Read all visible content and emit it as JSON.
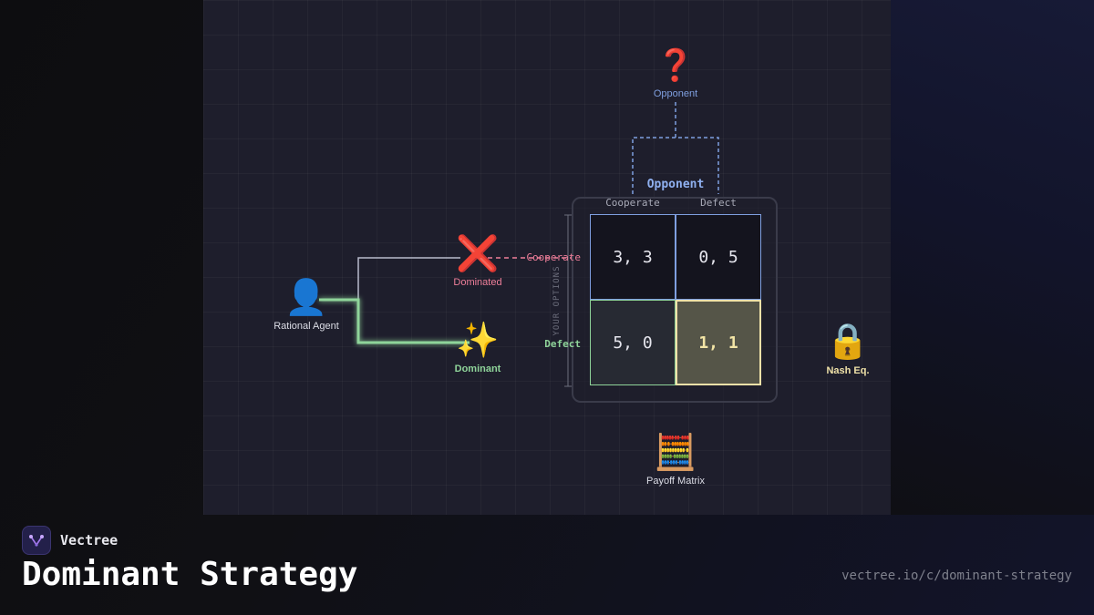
{
  "brand": {
    "name": "Vectree",
    "logo_icon": "vector-logo-icon"
  },
  "page": {
    "title": "Dominant Strategy",
    "url": "vectree.io/c/dominant-strategy"
  },
  "diagram": {
    "nodes": {
      "agent": {
        "icon": "person-silhouette-icon",
        "glyph": "👤",
        "label": "Rational Agent"
      },
      "dominated": {
        "icon": "cross-mark-icon",
        "glyph": "❌",
        "label": "Dominated"
      },
      "dominant": {
        "icon": "sparkles-icon",
        "glyph": "✨",
        "label": "Dominant"
      },
      "opponent": {
        "icon": "question-mark-icon",
        "glyph": "❓",
        "label": "Opponent"
      },
      "payoff_matrix": {
        "icon": "abacus-icon",
        "glyph": "🧮",
        "label": "Payoff Matrix"
      },
      "nash": {
        "icon": "lock-icon",
        "glyph": "🔒",
        "label": "Nash Eq."
      }
    },
    "matrix": {
      "column_header": "Opponent",
      "columns": [
        "Cooperate",
        "Defect"
      ],
      "row_axis_label": "YOUR OPTIONS",
      "rows": [
        "Cooperate",
        "Defect"
      ],
      "cells": [
        [
          "3, 3",
          "0, 5"
        ],
        [
          "5, 0",
          "1, 1"
        ]
      ]
    },
    "colors": {
      "dominant_path": "#8fd49a",
      "dominated_path": "#ef7f9a",
      "opponent_link": "#7f9fe0",
      "nash_highlight": "#efe1a8"
    }
  }
}
